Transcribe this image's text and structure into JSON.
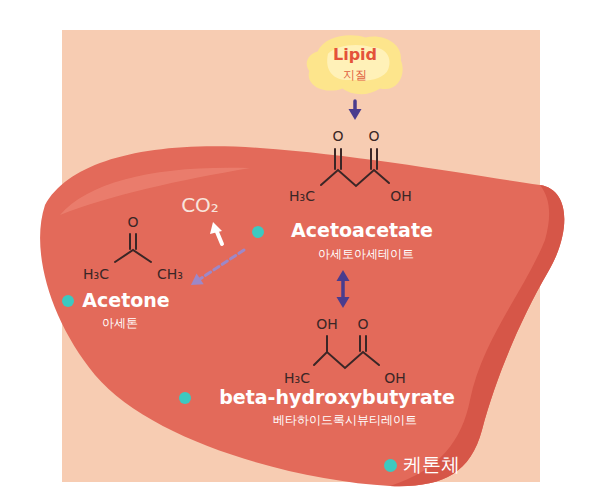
{
  "diagram": {
    "nodes": [
      {
        "text": [
          "Lipid",
          "지질"
        ]
      },
      {
        "text": [
          "O",
          "O",
          "H₃C",
          "OH",
          "Acetoacetate",
          "아세토아세테이트"
        ]
      },
      {
        "text": [
          "O",
          "H₃C",
          "CH₃",
          "Acetone",
          "아세톤"
        ]
      },
      {
        "text": [
          "OH",
          "O",
          "H₃C",
          "OH",
          "beta-hydroxybutyrate",
          "베타하이드록시뷰티레이트"
        ]
      }
    ],
    "edges": [
      {
        "from": 0,
        "to": 1,
        "arrow": "to"
      },
      {
        "from": 1,
        "to": 2,
        "arrow": "to"
      },
      {
        "from": 1,
        "to": 3,
        "arrow": "both"
      }
    ],
    "labels": [
      "CO₂"
    ],
    "legend": [
      {
        "text": "케톤체",
        "color": "#3cc9c0"
      }
    ]
  }
}
